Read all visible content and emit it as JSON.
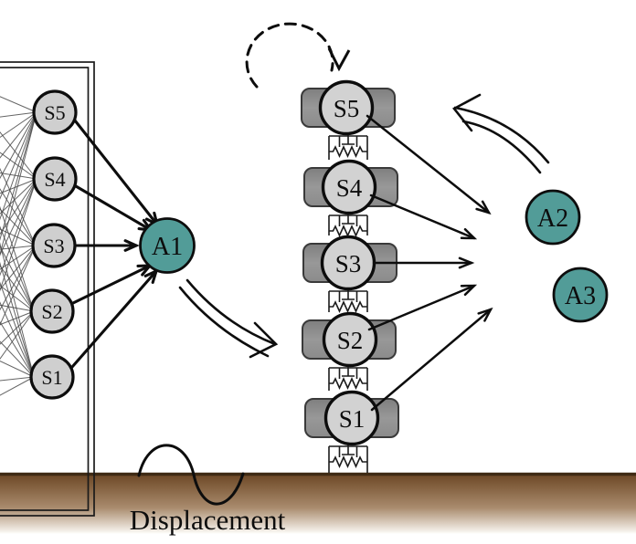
{
  "left_network": {
    "sensors": [
      {
        "label": "S5"
      },
      {
        "label": "S4"
      },
      {
        "label": "S3"
      },
      {
        "label": "S2"
      },
      {
        "label": "S1"
      }
    ],
    "aggregator": {
      "label": "A1"
    }
  },
  "structure": {
    "floors": [
      {
        "label": "S5"
      },
      {
        "label": "S4"
      },
      {
        "label": "S3"
      },
      {
        "label": "S2"
      },
      {
        "label": "S1"
      }
    ]
  },
  "right_aggregators": [
    {
      "label": "A2"
    },
    {
      "label": "A3"
    }
  ],
  "ground": {
    "label": "Displacement"
  },
  "colors": {
    "aggregator_fill": "#529c98",
    "sensor_fill": "#cfcfcf",
    "floor_circle_fill": "#d2d2d2",
    "ground_brown": "#6f4a28",
    "line": "#0d0d0d"
  }
}
